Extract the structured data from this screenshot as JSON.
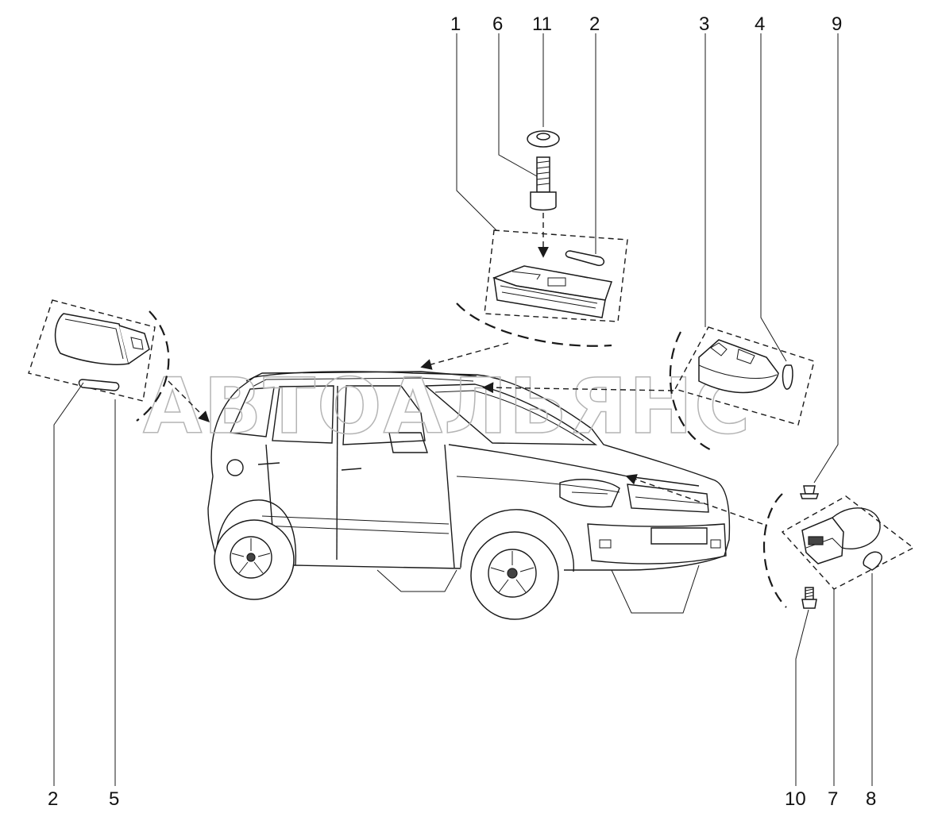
{
  "watermark": "АВТОАЛЬЯНС",
  "callouts": {
    "c1": "1",
    "c6": "6",
    "c11": "11",
    "c2_top": "2",
    "c3": "3",
    "c4": "4",
    "c9": "9",
    "c2_bottom": "2",
    "c5": "5",
    "c10": "10",
    "c7": "7",
    "c8": "8"
  }
}
